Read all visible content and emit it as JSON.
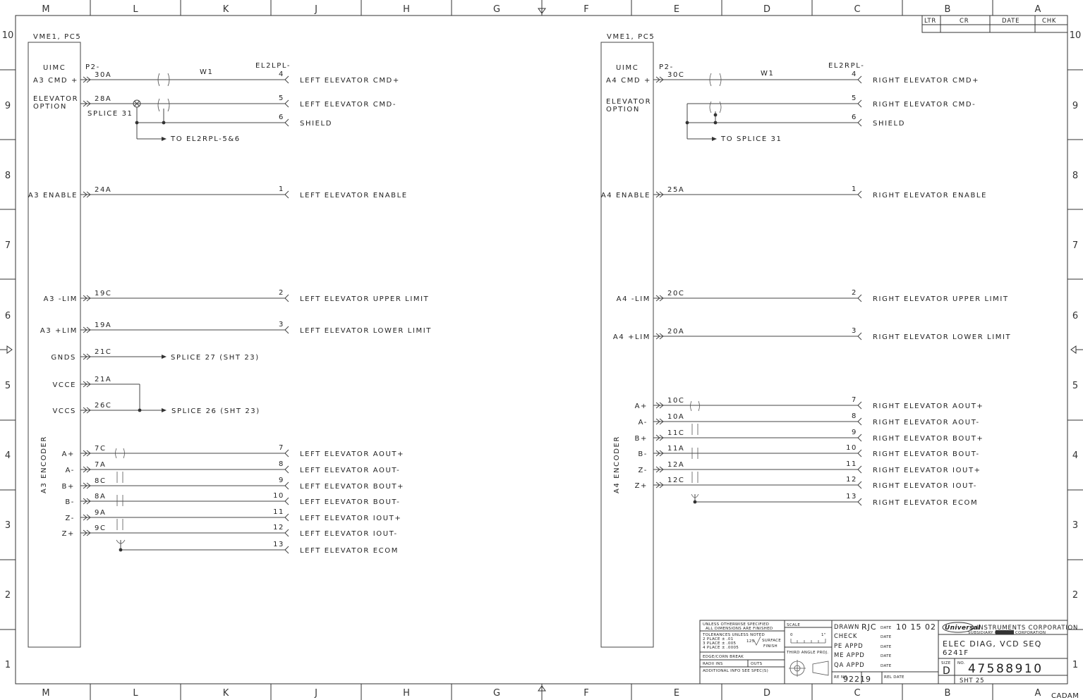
{
  "border": {
    "columns": [
      "M",
      "L",
      "K",
      "J",
      "H",
      "G",
      "F",
      "E",
      "D",
      "C",
      "B",
      "A"
    ],
    "rows": [
      "10",
      "9",
      "8",
      "7",
      "6",
      "5",
      "4",
      "3",
      "2",
      "1"
    ],
    "corner_tag": "CADAM"
  },
  "revision_block": {
    "ltr": "LTR",
    "cr": "CR",
    "date": "DATE",
    "chk": "CHK"
  },
  "left": {
    "board": "VME1, PC5",
    "uimc": "UIMC",
    "cmd_label": "A3 CMD +",
    "elevator_option": [
      "ELEVATOR",
      "OPTION"
    ],
    "connector_prefix": "P2-",
    "cable_label": "W1",
    "plug_label": "EL2LPL-",
    "splice_label": "SPLICE 31",
    "jumper_note": "TO EL2RPL-5&6",
    "encoder_label": "A3 ENCODER",
    "lines": [
      {
        "sig": "",
        "pin": "30A",
        "num": "4",
        "desc": "LEFT ELEVATOR CMD+"
      },
      {
        "sig": "",
        "pin": "28A",
        "num": "5",
        "desc": "LEFT ELEVATOR CMD-"
      },
      {
        "sig": "",
        "pin": "",
        "num": "6",
        "desc": "SHIELD"
      },
      {
        "sig": "A3 ENABLE",
        "pin": "24A",
        "num": "1",
        "desc": "LEFT ELEVATOR ENABLE"
      },
      {
        "sig": "A3 -LIM",
        "pin": "19C",
        "num": "2",
        "desc": "LEFT ELEVATOR UPPER LIMIT"
      },
      {
        "sig": "A3 +LIM",
        "pin": "19A",
        "num": "3",
        "desc": "LEFT ELEVATOR LOWER LIMIT"
      },
      {
        "sig": "GNDS",
        "pin": "21C",
        "num": "",
        "desc": "SPLICE 27 (SHT 23)"
      },
      {
        "sig": "VCCE",
        "pin": "21A",
        "num": "",
        "desc": ""
      },
      {
        "sig": "VCCS",
        "pin": "26C",
        "num": "",
        "desc": "SPLICE 26 (SHT 23)"
      },
      {
        "sig": "A+",
        "pin": "7C",
        "num": "7",
        "desc": "LEFT ELEVATOR AOUT+"
      },
      {
        "sig": "A-",
        "pin": "7A",
        "num": "8",
        "desc": "LEFT ELEVATOR AOUT-"
      },
      {
        "sig": "B+",
        "pin": "8C",
        "num": "9",
        "desc": "LEFT ELEVATOR BOUT+"
      },
      {
        "sig": "B-",
        "pin": "8A",
        "num": "10",
        "desc": "LEFT ELEVATOR BOUT-"
      },
      {
        "sig": "Z-",
        "pin": "9A",
        "num": "11",
        "desc": "LEFT ELEVATOR IOUT+"
      },
      {
        "sig": "Z+",
        "pin": "9C",
        "num": "12",
        "desc": "LEFT ELEVATOR IOUT-"
      },
      {
        "sig": "",
        "pin": "",
        "num": "13",
        "desc": "LEFT ELEVATOR ECOM"
      }
    ]
  },
  "right": {
    "board": "VME1, PC5",
    "uimc": "UIMC",
    "cmd_label": "A4 CMD +",
    "elevator_option": [
      "ELEVATOR",
      "OPTION"
    ],
    "connector_prefix": "P2-",
    "cable_label": "W1",
    "plug_label": "EL2RPL-",
    "jumper_note": "TO SPLICE 31",
    "encoder_label": "A4 ENCODER",
    "lines": [
      {
        "sig": "",
        "pin": "30C",
        "num": "4",
        "desc": "RIGHT ELEVATOR CMD+"
      },
      {
        "sig": "",
        "pin": "",
        "num": "5",
        "desc": "RIGHT ELEVATOR CMD-"
      },
      {
        "sig": "",
        "pin": "",
        "num": "6",
        "desc": "SHIELD"
      },
      {
        "sig": "A4 ENABLE",
        "pin": "25A",
        "num": "1",
        "desc": "RIGHT ELEVATOR ENABLE"
      },
      {
        "sig": "A4 -LIM",
        "pin": "20C",
        "num": "2",
        "desc": "RIGHT ELEVATOR UPPER LIMIT"
      },
      {
        "sig": "A4 +LIM",
        "pin": "20A",
        "num": "3",
        "desc": "RIGHT ELEVATOR LOWER LIMIT"
      },
      {
        "sig": "A+",
        "pin": "10C",
        "num": "7",
        "desc": "RIGHT ELEVATOR AOUT+"
      },
      {
        "sig": "A-",
        "pin": "10A",
        "num": "8",
        "desc": "RIGHT ELEVATOR AOUT-"
      },
      {
        "sig": "B+",
        "pin": "11C",
        "num": "9",
        "desc": "RIGHT ELEVATOR BOUT+"
      },
      {
        "sig": "B-",
        "pin": "11A",
        "num": "10",
        "desc": "RIGHT ELEVATOR BOUT-"
      },
      {
        "sig": "Z-",
        "pin": "12A",
        "num": "11",
        "desc": "RIGHT ELEVATOR IOUT+"
      },
      {
        "sig": "Z+",
        "pin": "12C",
        "num": "12",
        "desc": "RIGHT ELEVATOR IOUT-"
      },
      {
        "sig": "",
        "pin": "",
        "num": "13",
        "desc": "RIGHT ELEVATOR ECOM"
      }
    ]
  },
  "title_block": {
    "unless_1": "UNLESS OTHERWISE SPECIFIED",
    "unless_2": "ALL DIMENSIONS ARE FINISHED",
    "tol_1": "TOLERANCES UNLESS NOTED",
    "tol_2": "2 PLACE ± .01",
    "tol_3": "3 PLACE ± .005",
    "tol_4": "4 PLACE ± .0005",
    "surface": "SURFACE",
    "finish": "FINISH",
    "surface_val": "125",
    "edge": "EDGE/CORN BREAK",
    "radii": "RADII INS",
    "outs": "OUTS",
    "additional": "ADDITIONAL INFO SEE SPEC(S)",
    "scale": "SCALE",
    "scale_0": "0",
    "scale_1": "1\"",
    "third_angle": "THIRD ANGLE PROJ.",
    "drawn": "DRAWN",
    "drawn_by": "RJC",
    "date_word": "DATE",
    "drawn_date": "10 15 02",
    "check": "CHECK",
    "pe": "PE APPD",
    "me": "ME APPD",
    "qa": "QA APPD",
    "re_no_lbl": "RE NO.",
    "re_no": "92219",
    "rel_date": "REL DATE",
    "company_logo": "Universal",
    "company": "INSTRUMENTS CORPORATION",
    "subsidiary": "SUBSIDIARY OF",
    "subsidiary_tail": "CORPORATION",
    "title_1": "ELEC DIAG, VCD SEQ",
    "title_2": "6241F",
    "size_lbl": "SIZE",
    "size": "D",
    "no_lbl": "NO.",
    "dwg_no": "47588910",
    "sheet": "SHT 25"
  }
}
